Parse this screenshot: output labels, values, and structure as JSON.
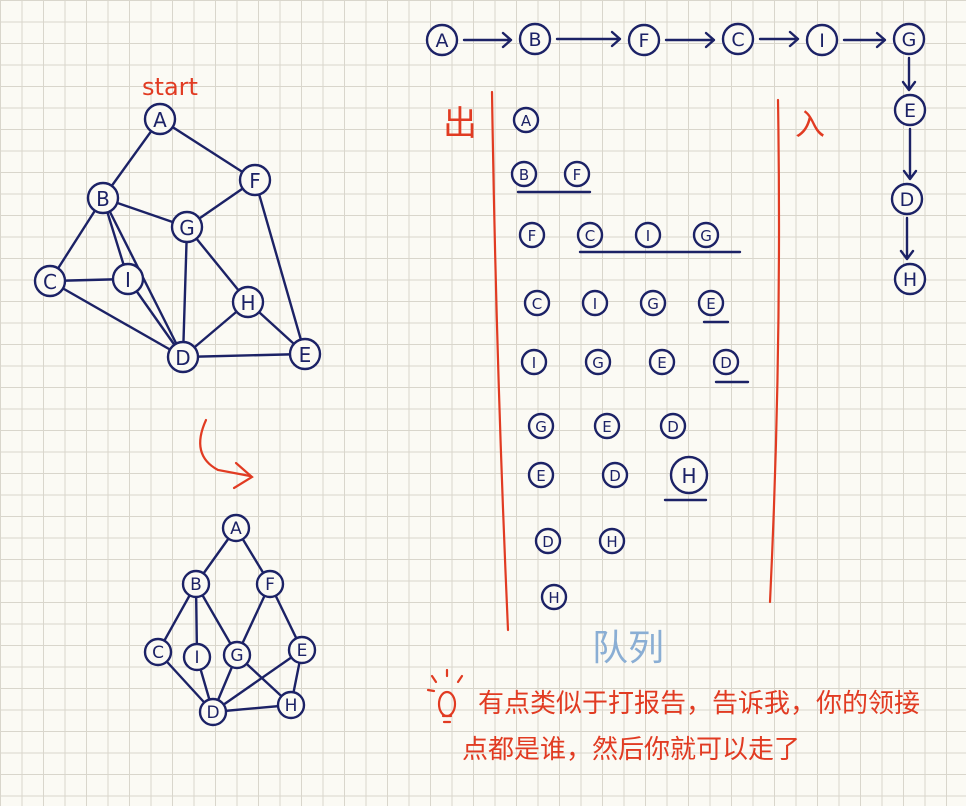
{
  "graph1": {
    "start_label": "start",
    "nodes": [
      "A",
      "B",
      "F",
      "G",
      "C",
      "I",
      "H",
      "D",
      "E"
    ],
    "edges": [
      [
        "A",
        "B"
      ],
      [
        "A",
        "F"
      ],
      [
        "B",
        "C"
      ],
      [
        "B",
        "I"
      ],
      [
        "B",
        "G"
      ],
      [
        "B",
        "D"
      ],
      [
        "F",
        "G"
      ],
      [
        "F",
        "E"
      ],
      [
        "G",
        "D"
      ],
      [
        "G",
        "H"
      ],
      [
        "C",
        "I"
      ],
      [
        "C",
        "D"
      ],
      [
        "I",
        "D"
      ],
      [
        "H",
        "D"
      ],
      [
        "H",
        "E"
      ],
      [
        "D",
        "E"
      ]
    ]
  },
  "graph2": {
    "nodes": [
      "A",
      "B",
      "F",
      "C",
      "I",
      "G",
      "E",
      "D",
      "H"
    ],
    "edges": [
      [
        "A",
        "B"
      ],
      [
        "A",
        "F"
      ],
      [
        "B",
        "C"
      ],
      [
        "B",
        "I"
      ],
      [
        "B",
        "G"
      ],
      [
        "F",
        "G"
      ],
      [
        "F",
        "E"
      ],
      [
        "C",
        "D"
      ],
      [
        "I",
        "D"
      ],
      [
        "G",
        "D"
      ],
      [
        "G",
        "H"
      ],
      [
        "E",
        "D"
      ],
      [
        "E",
        "H"
      ],
      [
        "D",
        "H"
      ]
    ]
  },
  "traversal_order": [
    "A",
    "B",
    "F",
    "C",
    "I",
    "G",
    "E",
    "D",
    "H"
  ],
  "queue": {
    "out_label": "出",
    "in_label": "入",
    "caption": "队列",
    "rows": [
      [
        "A"
      ],
      [
        "B",
        "F"
      ],
      [
        "F",
        "C",
        "I",
        "G"
      ],
      [
        "C",
        "I",
        "G",
        "E"
      ],
      [
        "I",
        "G",
        "E",
        "D"
      ],
      [
        "G",
        "E",
        "D"
      ],
      [
        "E",
        "D",
        "H"
      ],
      [
        "D",
        "H"
      ],
      [
        "H"
      ]
    ]
  },
  "note": {
    "line1": "有点类似于打报告，告诉我，你的领接",
    "line2": "点都是谁，然后你就可以走了"
  },
  "colors": {
    "ink": "#1c2266",
    "red": "#e13b22",
    "blue": "#8aaed4"
  }
}
